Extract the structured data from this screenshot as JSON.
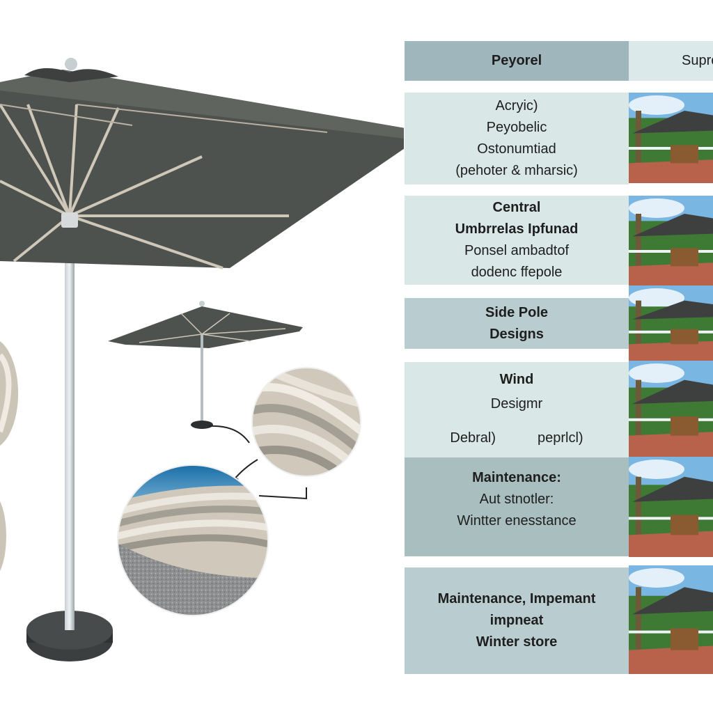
{
  "table": {
    "header": {
      "col1": "Peyorel",
      "col2": "Suprc"
    },
    "rows": [
      {
        "id": "material",
        "lines": [
          "Acryic)",
          "Peyobelic",
          "Ostonumtiad",
          "(pehoter & mharsic)"
        ]
      },
      {
        "id": "central",
        "lines": [
          "Central",
          "Umbrrelas Ipfunad",
          "Ponsel ambadtof",
          "dodenc ffepole"
        ]
      },
      {
        "id": "side-pole",
        "lines": [
          "Side Pole",
          "Designs"
        ]
      },
      {
        "id": "wind",
        "lines": [
          "Wind",
          "Desigmr"
        ],
        "sub": [
          "Debral)",
          "peprlcl)"
        ]
      },
      {
        "id": "maintenance",
        "lines": [
          "Maintenance:",
          "Aut stnotler:",
          "Wintter enesstance"
        ]
      },
      {
        "id": "winter",
        "lines": [
          "Maintenance,  Impemant",
          "impneat",
          "Winter store"
        ]
      }
    ]
  },
  "colors": {
    "header_bg": "#9fb6bd",
    "header2_bg": "#dbe9ea",
    "row_light": "#d9e7e6",
    "row_mid": "#b9cdd0",
    "row_dark": "#a9bebf",
    "canopy": "#4e524f",
    "pole": "#aeb6b9"
  }
}
